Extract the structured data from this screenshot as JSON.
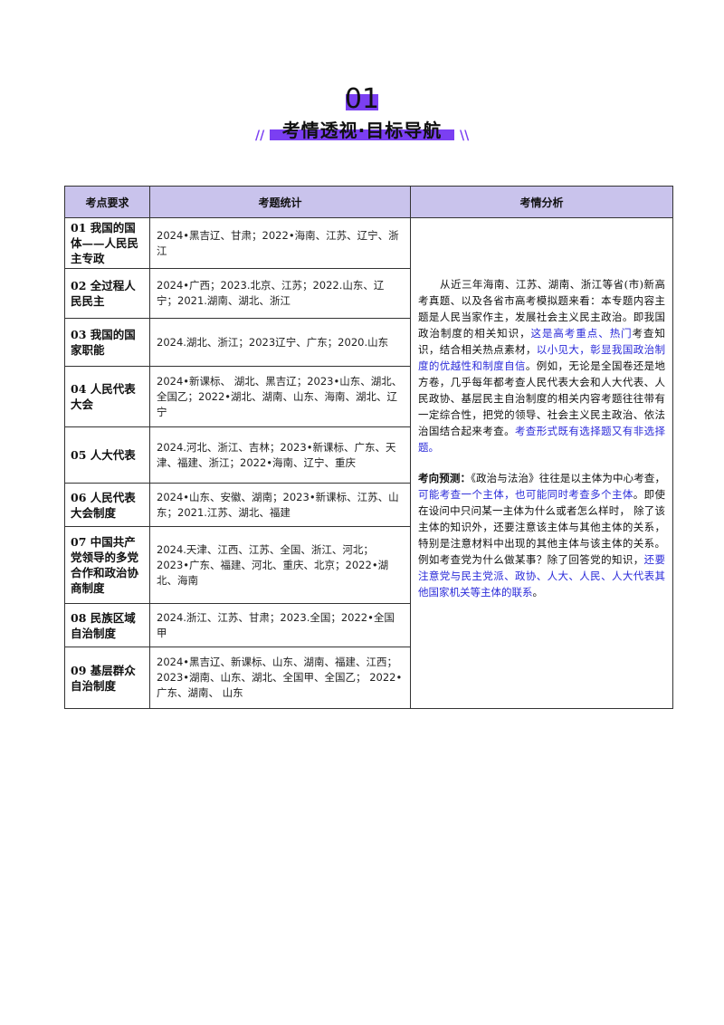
{
  "header": {
    "number": "01",
    "title": "考情透视·目标导航",
    "deco_left": "//",
    "deco_right": "\\\\"
  },
  "colors": {
    "accent": "#7b3ff2",
    "header_bg": "#c9c3ec",
    "link_blue": "#2b2bd9"
  },
  "table": {
    "headers": [
      "考点要求",
      "考题统计",
      "考情分析"
    ],
    "rows": [
      {
        "topic": "01 我国的国体——人民民主专政",
        "stats": "2024•黑吉辽、甘肃；2022•海南、江苏、辽宁、浙江"
      },
      {
        "topic": "02 全过程人民民主",
        "stats": "2024•广西；2023.北京、江苏；2022.山东、辽宁；2021.湖南、湖北、浙江"
      },
      {
        "topic": "03 我国的国家职能",
        "stats": "2024.湖北、浙江；2023辽宁、广东；2020.山东"
      },
      {
        "topic": "04 人民代表大会",
        "stats": "2024•新课标、 湖北、黑吉辽；2023•山东、湖北、全国乙；2022•湖北、湖南、山东、海南、湖北、辽宁"
      },
      {
        "topic": "05 人大代表",
        "stats": "2024.河北、浙江、吉林；2023•新课标、广东、天津、福建、浙江；2022•海南、辽宁、重庆"
      },
      {
        "topic": "06 人民代表大会制度",
        "stats": "2024•山东、安徽、湖南；2023•新课标、江苏、山东；2021.江苏、湖北、福建"
      },
      {
        "topic": "07 中国共产党领导的多党合作和政治协商制度",
        "stats": "2024.天津、江西、江苏、全国、浙江、河北；2023•广东、福建、河北、重庆、北京；2022•湖北、海南"
      },
      {
        "topic": "08 民族区域自治制度",
        "stats": "2024.浙江、江苏、甘肃；2023.全国；2022•全国甲"
      },
      {
        "topic": "09 基层群众自治制度",
        "stats": "2024•黑吉辽、新课标、山东、湖南、福建、江西；2023•湖南、山东、湖北、全国甲、全国乙；  2022•广东、湖南、 山东"
      }
    ],
    "analysis": {
      "p1_a": "从近三年海南、江苏、湖南、浙江等省(市)新高考真题、以及各省市高考模拟题来看：本专题内容主题是人民当家作主，发展社会主义民主政治。即我国政治制度的相关知识，",
      "p1_b": "这是高考重点、热门",
      "p1_c": "考查知识，结合相关热点素材，",
      "p1_d": "以小见大，彰显我国政治制度的优越性和制度自信",
      "p1_e": "。例如，无论是全国卷还是地方卷，几乎每年都考查人民代表大会和人大代表、人民政协、基层民主自治制度的相关内容考题往往带有一定综合性，把党的领导、社会主义民主政治、依法治国结合起来考查。",
      "p1_f": "考查形式既有选择题又有非选择题。",
      "p2_label": "考向预测：",
      "p2_a": "《政治与法治》往往是以主体为中心考查，",
      "p2_b": "可能考查一个主体，也可能同时考查多个主体",
      "p2_c": "。即使在设问中只问某一主体为什么或者怎么样时， 除了该主体的知识外，还要注意该主体与其他主体的关系，特别是注意材料中出现的其他主体与该主体的关系。例如考查党为什么做某事？除了回答党的知识，",
      "p2_d": "还要注意党与民主党派、政协、人大、人民、人大代表其他国家机关等主体的联系",
      "p2_e": "。"
    }
  }
}
